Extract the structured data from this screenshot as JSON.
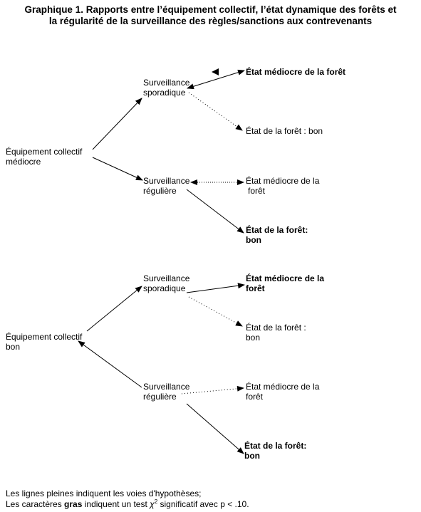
{
  "title": {
    "line1": "Graphique 1. Rapports entre l’équipement collectif, l’état dynamique des forêts et",
    "line2": "la régularité de la surveillance des règles/sanctions aux contrevenants"
  },
  "top": {
    "root": {
      "line1": "Équipement collectif",
      "line2": "médiocre"
    },
    "sporadic": {
      "line1": "Surveillance",
      "line2": "sporadique"
    },
    "regular": {
      "line1": "Surveillance",
      "line2": "régulière"
    },
    "sporadic_poor": {
      "line1": "État médiocre de la forêt"
    },
    "sporadic_good": {
      "line1": "État de la forêt :  bon"
    },
    "regular_poor": {
      "line1": "État médiocre de la",
      "line2": "forêt"
    },
    "regular_good": {
      "line1": "État de la forêt:",
      "line2": "bon"
    }
  },
  "bottom": {
    "root": {
      "line1": "Équipement collectif",
      "line2": "bon"
    },
    "sporadic": {
      "line1": "Surveillance",
      "line2": "sporadique"
    },
    "regular": {
      "line1": "Surveillance",
      "line2": "régulière"
    },
    "sporadic_poor": {
      "line1": "État médiocre de la",
      "line2": "forêt"
    },
    "sporadic_good": {
      "line1": "État de la forêt :",
      "line2": "bon"
    },
    "regular_poor": {
      "line1": "État médiocre de la",
      "line2": "forêt"
    },
    "regular_good": {
      "line1": "État de la forêt:",
      "line2": "bon"
    }
  },
  "notes": {
    "line1": "Les lignes pleines indiquent les voies d'hypothèses;",
    "line2_a": "Les caractères ",
    "line2_bold": "gras",
    "line2_b": " indiquent un test ",
    "line2_chi": "χ",
    "line2_sup": "2",
    "line2_c": " significatif avec p < .10."
  }
}
